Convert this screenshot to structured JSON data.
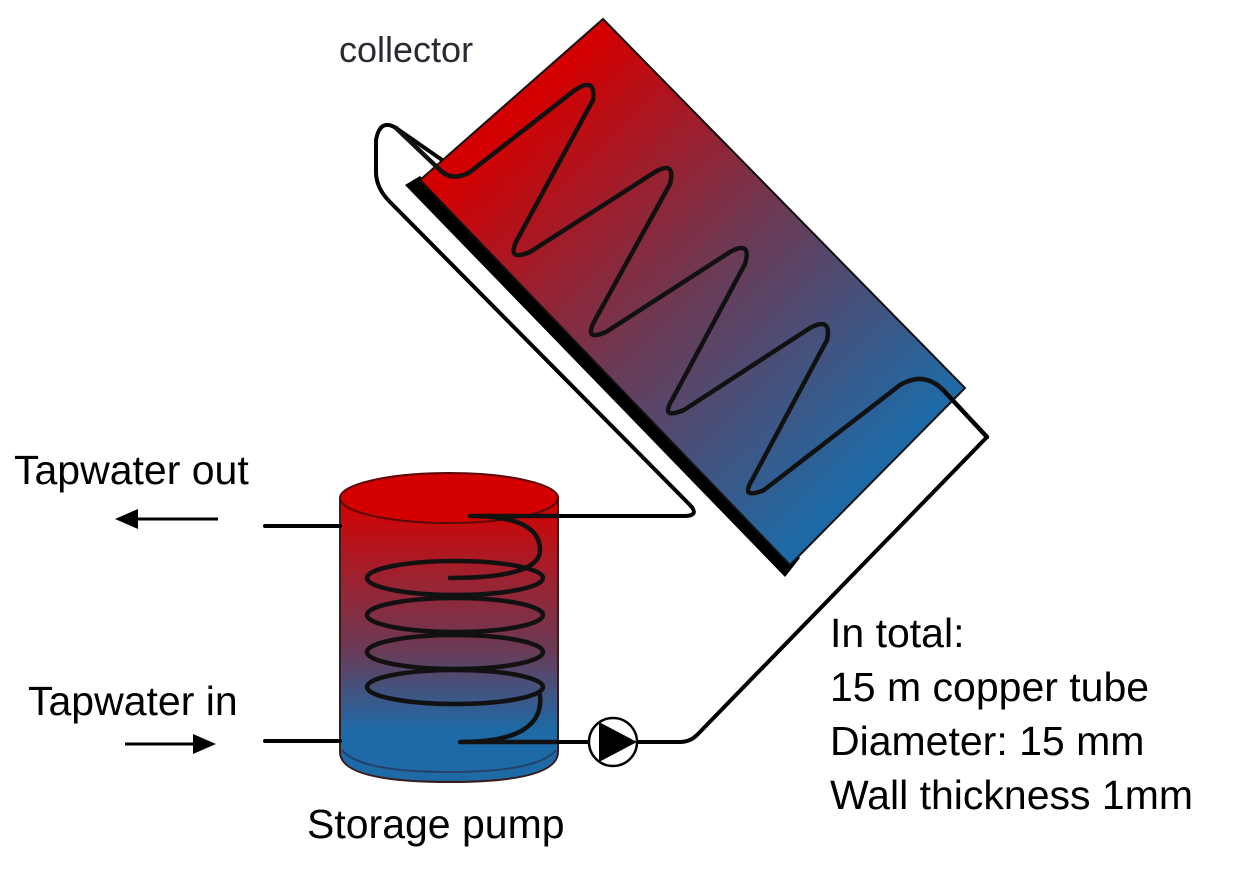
{
  "diagram": {
    "title": "Solar water heating system",
    "labels": {
      "collector": "collector",
      "tapwater_out": "Tapwater out",
      "tapwater_in": "Tapwater in",
      "storage_pump": "Storage pump"
    },
    "specs": {
      "heading": "In total:",
      "lines": [
        "15 m copper tube",
        "Diameter: 15 mm",
        "Wall thickness 1mm"
      ]
    },
    "colors": {
      "hot": "#d40000",
      "mid": "#6b3a55",
      "cold": "#1e6aa6",
      "pipe": "#000000",
      "absorber_edge": "#000000"
    },
    "components": [
      "collector",
      "storage-tank",
      "heat-exchanger-coil",
      "circulation-pump",
      "tapwater-out-arrow",
      "tapwater-in-arrow"
    ]
  }
}
